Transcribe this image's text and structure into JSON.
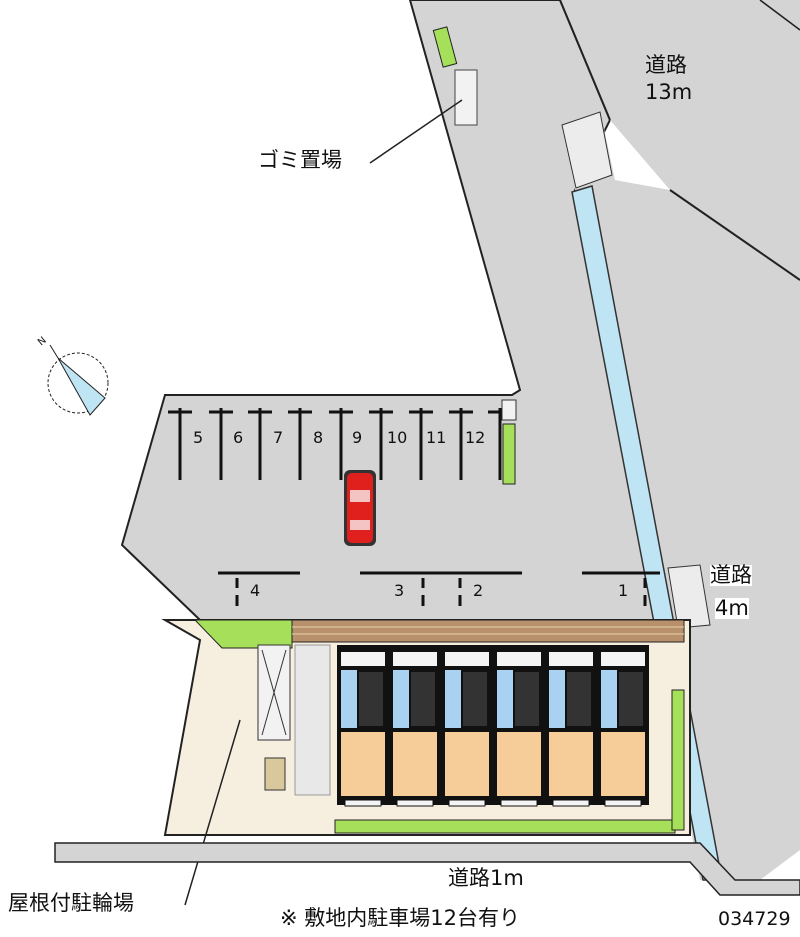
{
  "roads": {
    "road_13m": {
      "line1": "道路",
      "line2": "13m"
    },
    "road_4m": {
      "line1": "道路",
      "line2": "4m"
    },
    "road_1m": "道路1m"
  },
  "labels": {
    "garbage": "ゴミ置場",
    "bicycle_parking": "屋根付駐輪場",
    "note": "※ 敷地内駐車場12台有り",
    "code": "034729",
    "compass_north": "N"
  },
  "parking_numbers": [
    "1",
    "2",
    "3",
    "4",
    "5",
    "6",
    "7",
    "8",
    "9",
    "10",
    "11",
    "12"
  ],
  "colors": {
    "road": "#d4d4d4",
    "canal": "#bfe4f4",
    "site": "#f6eedf",
    "green": "#a6e05a",
    "unit_blue": "#a9d2f2",
    "unit_tan": "#f6cc98",
    "car": "#e0201c"
  }
}
